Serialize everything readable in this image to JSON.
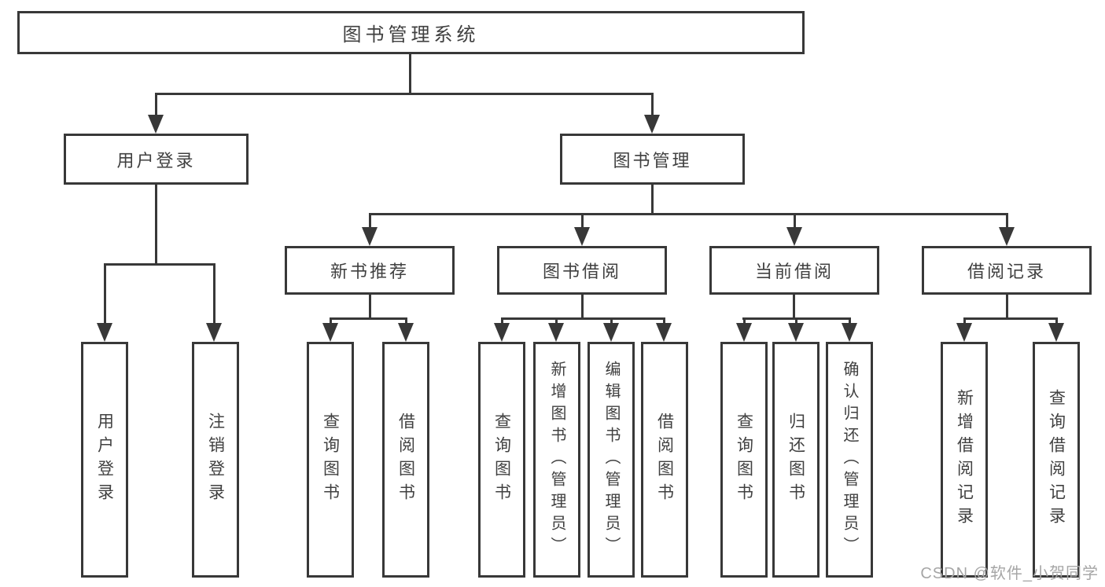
{
  "diagram": {
    "type": "tree",
    "watermark": "CSDN @软件_小贺同学",
    "colors": {
      "line": "#383838",
      "box_border": "#383838",
      "box_fill": "#ffffff",
      "text": "#404040",
      "watermark": "#a6a6a6",
      "background": "#ffffff"
    },
    "tree": {
      "root": {
        "label": "图书管理系统",
        "children": [
          "user_login",
          "book_management"
        ]
      },
      "user_login": {
        "label": "用户登录",
        "children": [
          "login",
          "logout"
        ]
      },
      "login": {
        "label": "用户登录"
      },
      "logout": {
        "label": "注销登录"
      },
      "book_management": {
        "label": "图书管理",
        "children": [
          "new_book_recommend",
          "book_borrowing",
          "current_borrowing",
          "borrowing_records"
        ]
      },
      "new_book_recommend": {
        "label": "新书推荐",
        "children": [
          "nbr_query",
          "nbr_borrow"
        ]
      },
      "nbr_query": {
        "label": "查询图书"
      },
      "nbr_borrow": {
        "label": "借阅图书"
      },
      "book_borrowing": {
        "label": "图书借阅",
        "children": [
          "bb_query",
          "bb_add",
          "bb_edit",
          "bb_borrow"
        ]
      },
      "bb_query": {
        "label": "查询图书"
      },
      "bb_add": {
        "label": "新增图书（管理员）"
      },
      "bb_edit": {
        "label": "编辑图书（管理员）"
      },
      "bb_borrow": {
        "label": "借阅图书"
      },
      "current_borrowing": {
        "label": "当前借阅",
        "children": [
          "cb_query",
          "cb_return",
          "cb_confirm"
        ]
      },
      "cb_query": {
        "label": "查询图书"
      },
      "cb_return": {
        "label": "归还图书"
      },
      "cb_confirm": {
        "label": "确认归还（管理员）"
      },
      "borrowing_records": {
        "label": "借阅记录",
        "children": [
          "br_add",
          "br_query"
        ]
      },
      "br_add": {
        "label": "新增借阅记录"
      },
      "br_query": {
        "label": "查询借阅记录"
      }
    }
  }
}
